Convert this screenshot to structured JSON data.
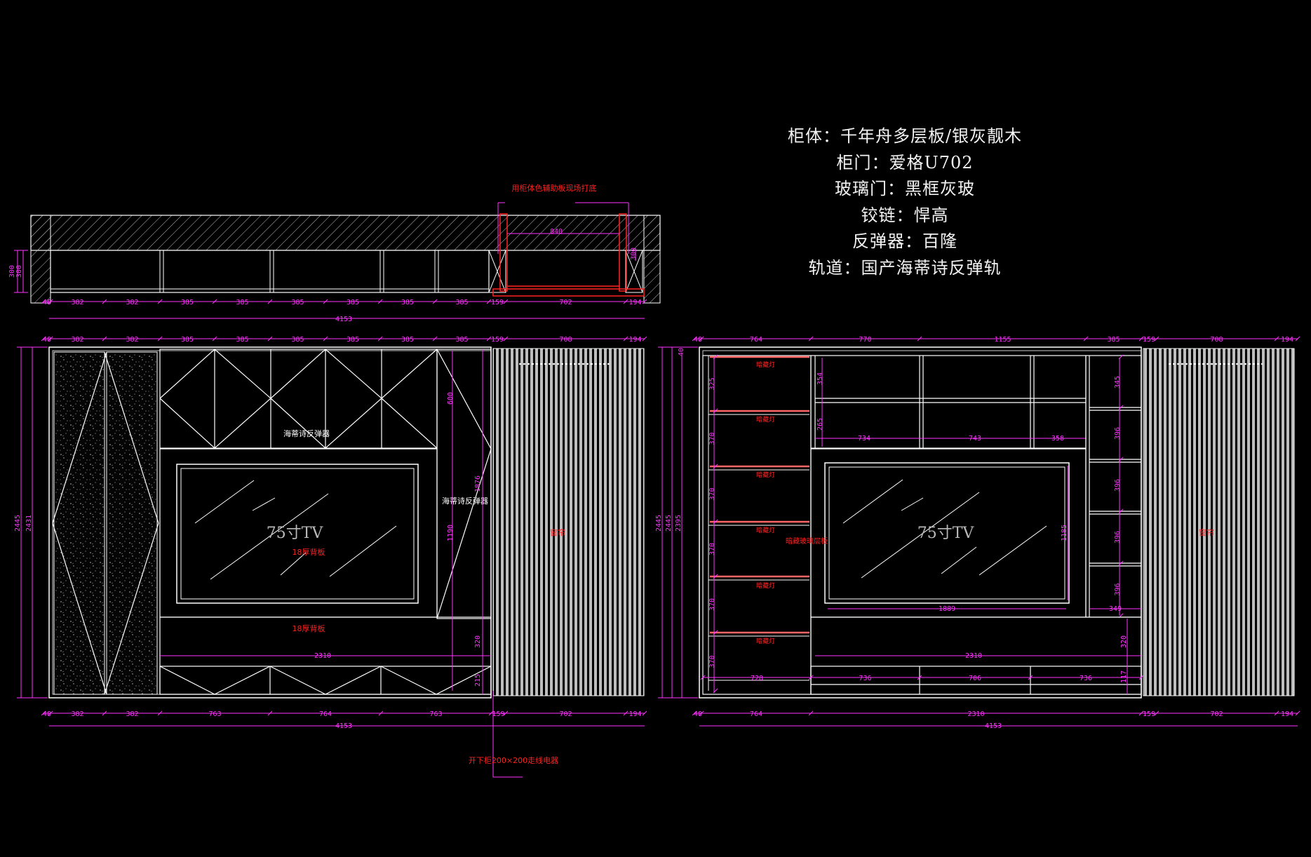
{
  "notes": [
    "柜体：千年舟多层板/银灰靓木",
    "柜门：爱格U702",
    "玻璃门：黑框灰玻",
    "铰链：悍高",
    "反弹器：百隆",
    "轨道：国产海蒂诗反弹轨"
  ],
  "plan": {
    "note": "用柜体色辅助板现场打底",
    "opening": "840",
    "depth_dims": [
      "300",
      "300"
    ],
    "side_dim": "300",
    "bottom_dims": [
      "48",
      "382",
      "382",
      "385",
      "385",
      "385",
      "385",
      "385",
      "385",
      "159",
      "702",
      "194"
    ],
    "total": "4153"
  },
  "left_elev": {
    "top_dims": [
      "48",
      "382",
      "382",
      "385",
      "385",
      "385",
      "385",
      "385",
      "385",
      "159",
      "708",
      "194"
    ],
    "bottom_dims": [
      "48",
      "382",
      "382",
      "763",
      "764",
      "763",
      "159",
      "702",
      "194"
    ],
    "total": "4153",
    "height_dims": [
      "2445",
      "2431"
    ],
    "right_dims": [
      "600",
      "1876",
      "1190",
      "320",
      "215"
    ],
    "mid_dim": "2310",
    "tv_label": "75寸TV",
    "labels": {
      "rebound_top": "海蒂诗反弹器",
      "rebound_side": "海蒂诗反弹器",
      "back_panel": "18厚背板",
      "back_panel2": "18厚背板",
      "curtain": "窗帘",
      "cable_note": "开下柜200×200走线电器"
    }
  },
  "right_elev": {
    "top_dims": [
      "48",
      "764",
      "770",
      "1155",
      "385",
      "159",
      "708",
      "194"
    ],
    "bottom_dims": [
      "48",
      "764",
      "2310",
      "159",
      "702",
      "194"
    ],
    "total": "4153",
    "height_dims": [
      "2445",
      "2445",
      "2395"
    ],
    "left_shelf_dims": [
      "325",
      "370",
      "370",
      "370",
      "370",
      "370"
    ],
    "right_shelf_dims": [
      "345",
      "396",
      "396",
      "396",
      "396"
    ],
    "upper_dims": [
      "354",
      "265"
    ],
    "row_dims": [
      "734",
      "743",
      "358"
    ],
    "tv_width": "1889",
    "tv_height": "1185",
    "right_small": "349",
    "mid_dim": "2310",
    "drawer_dims": [
      "728",
      "736",
      "706",
      "736"
    ],
    "side_dims": [
      "320",
      "117",
      "40"
    ],
    "tv_label": "75寸TV",
    "light_label": "暗藏灯",
    "glass_label": "暗藏玻璃层板",
    "curtain": "窗帘"
  },
  "colors": {
    "line": "#ffffff",
    "dimension": "#ff33ff",
    "annotation": "#ff2222",
    "background": "#000000"
  }
}
